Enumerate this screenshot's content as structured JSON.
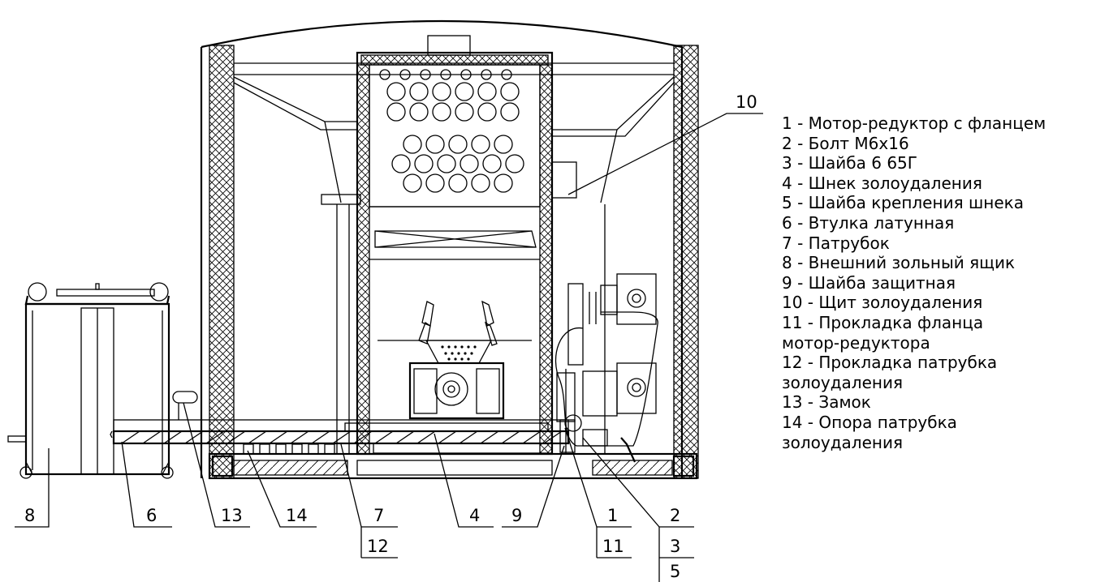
{
  "callouts": {
    "c1": "1",
    "c2": "2",
    "c3": "3",
    "c4": "4",
    "c5": "5",
    "c6": "6",
    "c7": "7",
    "c8": "8",
    "c9": "9",
    "c10": "10",
    "c11": "11",
    "c12": "12",
    "c13": "13",
    "c14": "14"
  },
  "legend": [
    "1 - Мотор-редуктор с фланцем",
    "2 - Болт М6х16",
    "3 - Шайба 6 65Г",
    "4 - Шнек золоудаления",
    "5 - Шайба крепления шнека",
    "6 - Втулка латунная",
    "7 - Патрубок",
    "8 - Внешний зольный ящик",
    "9 - Шайба защитная",
    "10 - Щит золоудаления",
    "11 - Прокладка фланца",
    "мотор-редуктора",
    "12 - Прокладка патрубка",
    "золоудаления",
    "13 - Замок",
    "14 - Опора патрубка",
    "золоудаления"
  ]
}
